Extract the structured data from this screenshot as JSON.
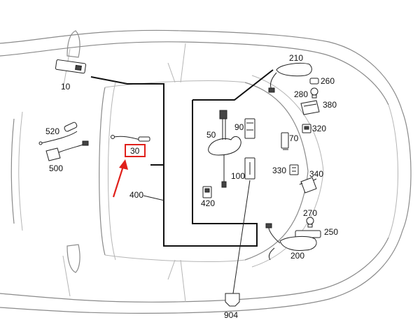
{
  "diagram": {
    "parts": [
      {
        "id": "p10",
        "label": "10",
        "icon": "light-unit-icon"
      },
      {
        "id": "p30",
        "label": "30",
        "icon": "antenna-cable-icon"
      },
      {
        "id": "p50",
        "label": "50",
        "icon": "module-bracket-icon"
      },
      {
        "id": "p70",
        "label": "70",
        "icon": "connector-icon"
      },
      {
        "id": "p90",
        "label": "90",
        "icon": "control-unit-icon"
      },
      {
        "id": "p100",
        "label": "100",
        "icon": "control-unit-icon"
      },
      {
        "id": "p200",
        "label": "200",
        "icon": "airbag-module-icon"
      },
      {
        "id": "p210",
        "label": "210",
        "icon": "airbag-module-icon"
      },
      {
        "id": "p250",
        "label": "250",
        "icon": "sensor-icon"
      },
      {
        "id": "p260",
        "label": "260",
        "icon": "sensor-icon"
      },
      {
        "id": "p270",
        "label": "270",
        "icon": "bulb-icon"
      },
      {
        "id": "p280",
        "label": "280",
        "icon": "bulb-icon"
      },
      {
        "id": "p320",
        "label": "320",
        "icon": "relay-icon"
      },
      {
        "id": "p330",
        "label": "330",
        "icon": "connector-icon"
      },
      {
        "id": "p340",
        "label": "340",
        "icon": "control-unit-icon"
      },
      {
        "id": "p380",
        "label": "380",
        "icon": "control-unit-icon"
      },
      {
        "id": "p400",
        "label": "400",
        "icon": "wiring-harness-icon"
      },
      {
        "id": "p420",
        "label": "420",
        "icon": "switch-icon"
      },
      {
        "id": "p500",
        "label": "500",
        "icon": "antenna-amplifier-icon"
      },
      {
        "id": "p520",
        "label": "520",
        "icon": "cable-icon"
      },
      {
        "id": "p904",
        "label": "904",
        "icon": "ground-connector-icon"
      }
    ],
    "highlight": {
      "part": "30",
      "color": "#e0201b",
      "icon": "arrow-icon"
    },
    "colors": {
      "line": "#111111",
      "outline": "#8a8a8a"
    }
  }
}
